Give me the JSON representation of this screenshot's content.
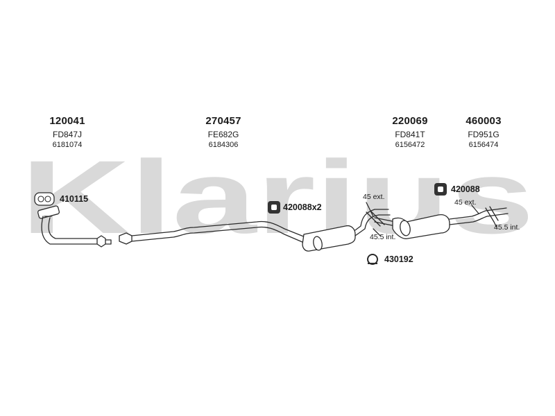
{
  "brand": {
    "watermark": "Klarius",
    "watermark_color": "#d9d9d9"
  },
  "parts": [
    {
      "number": "120041",
      "code": "FD847J",
      "oe": "6181074"
    },
    {
      "number": "270457",
      "code": "FE682G",
      "oe": "6184306"
    },
    {
      "number": "220069",
      "code": "FD841T",
      "oe": "6156472"
    },
    {
      "number": "460003",
      "code": "FD951G",
      "oe": "6156474"
    }
  ],
  "accessories": {
    "gasket": "410115",
    "mount_pair": "420088x2",
    "mount_single": "420088",
    "clamp": "430192"
  },
  "dimensions": {
    "ext_1": "45 ext.",
    "int_1": "45.5 int.",
    "ext_2": "45 ext.",
    "int_2": "45.5 int."
  },
  "colors": {
    "line": "#2a2a2a",
    "fill": "#ffffff",
    "accessory_fill": "#333333"
  }
}
